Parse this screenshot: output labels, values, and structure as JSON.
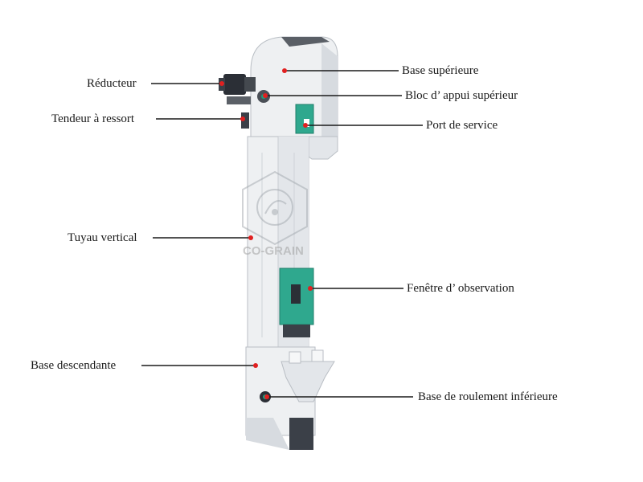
{
  "watermark": {
    "text": "CO-GRAIN"
  },
  "labels": {
    "reducteur": "Réducteur",
    "tendeur": "Tendeur à ressort",
    "tuyau": "Tuyau vertical",
    "base_descendante": "Base descendante",
    "base_superieure": "Base supérieure",
    "bloc_appui": "Bloc d’ appui supérieur",
    "port_service": "Port de service",
    "fenetre": "Fenêtre d’ observation",
    "base_roulement": "Base de roulement inférieure"
  },
  "colors": {
    "machine_body": "#eef0f2",
    "machine_shadow": "#c9cdd2",
    "panel_green": "#2fa88e",
    "leader_line": "#1a1a1a",
    "marker_red": "#e02020",
    "motor_dark": "#2b2f36"
  }
}
